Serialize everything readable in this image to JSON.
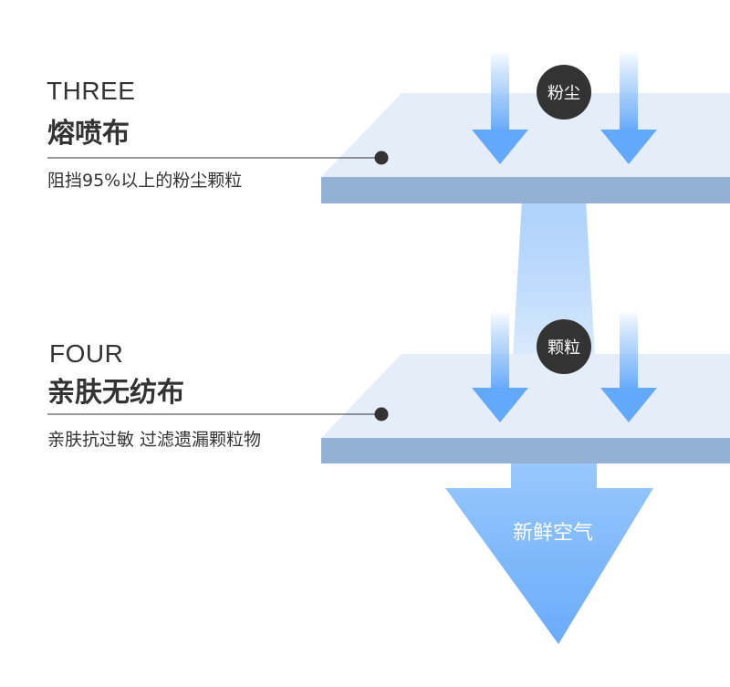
{
  "layers": [
    {
      "number": "THREE",
      "title": "熔喷布",
      "description": "阻挡95%以上的粉尘颗粒",
      "badge": "粉尘"
    },
    {
      "number": "FOUR",
      "title": "亲肤无纺布",
      "description": "亲肤抗过敏 过滤遗漏颗粒物",
      "badge": "颗粒"
    }
  ],
  "output_label": "新鲜空气",
  "colors": {
    "layer_top": "#e4edf8",
    "layer_edge": "#93b2d3",
    "arrow": "#6aaefb",
    "badge": "#333333",
    "text": "#333333",
    "leader": "#333333"
  }
}
